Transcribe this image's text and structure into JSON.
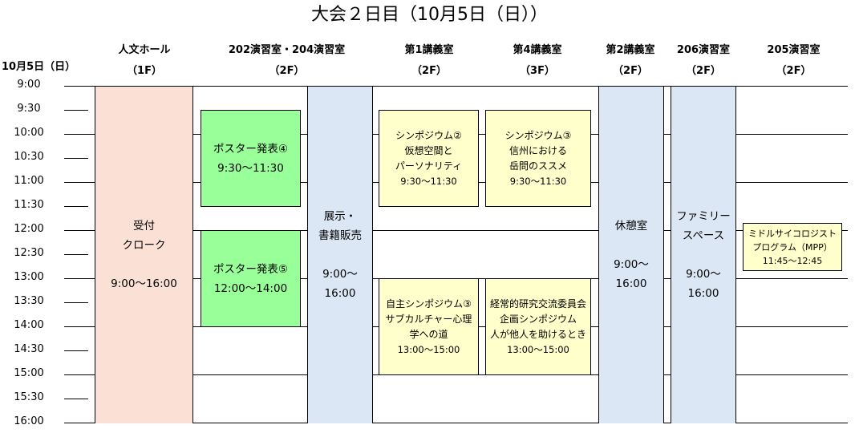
{
  "title": "大会２日目（10月5日（日））",
  "date_header": "10月5日（日）",
  "rooms": [
    {
      "name": "人文ホール",
      "floor": "（1F）"
    },
    {
      "name": "202演習室・204演習室",
      "floor": "（2F）"
    },
    {
      "name": "第1講義室",
      "floor": "（2F）"
    },
    {
      "name": "第4講義室",
      "floor": "（3F）"
    },
    {
      "name": "第2講義室",
      "floor": "（2F）"
    },
    {
      "name": "206演習室",
      "floor": "（2F）"
    },
    {
      "name": "205演習室",
      "floor": "（2F）"
    }
  ],
  "times": [
    "9:00",
    "9:30",
    "10:00",
    "10:30",
    "11:00",
    "11:30",
    "12:00",
    "12:30",
    "13:00",
    "13:30",
    "14:00",
    "14:30",
    "15:00",
    "15:30",
    "16:00"
  ],
  "events": {
    "reception": {
      "line1": "受付",
      "line2": "クローク",
      "time": "9:00～16:00",
      "color": "#fbe1d5"
    },
    "poster4": {
      "label": "ポスター発表④",
      "time": "9:30～11:30",
      "color": "#99ff99"
    },
    "poster5": {
      "label": "ポスター発表⑤",
      "time": "12:00～14:00",
      "color": "#99ff99"
    },
    "exhibit": {
      "line1": "展示・",
      "line2": "書籍販売",
      "time1": "9:00～",
      "time2": "16:00",
      "color": "#dbe7f4"
    },
    "sym2": {
      "line1": "シンポジウム②",
      "line2": "仮想空間と",
      "line3": "パーソナリティ",
      "time": "9:30～11:30",
      "color": "#ffffcc"
    },
    "sym3": {
      "line1": "シンポジウム③",
      "line2": "信州における",
      "line3": "岳問のススメ",
      "time": "9:30～11:30",
      "color": "#ffffcc"
    },
    "jishu3": {
      "line1": "自主シンポジウム③",
      "line2": "サブカルチャー心理",
      "line3": "学への道",
      "time": "13:00～15:00",
      "color": "#ffffcc"
    },
    "keijo": {
      "line1": "経常的研究交流委員会",
      "line2": "企画シンポジウム",
      "line3": "人が他人を助けるとき",
      "time": "13:00～15:00",
      "color": "#ffffcc"
    },
    "rest": {
      "line1": "休憩室",
      "time1": "9:00～",
      "time2": "16:00",
      "color": "#dbe7f4"
    },
    "family": {
      "line1": "ファミリー",
      "line2": "スペース",
      "time1": "9:00～",
      "time2": "16:00",
      "color": "#dbe7f4"
    },
    "middle": {
      "line1": "ミドルサイコロジスト",
      "line2": "プログラム（MPP）",
      "time": "11:45～12:45",
      "color": "#ffffcc"
    }
  }
}
